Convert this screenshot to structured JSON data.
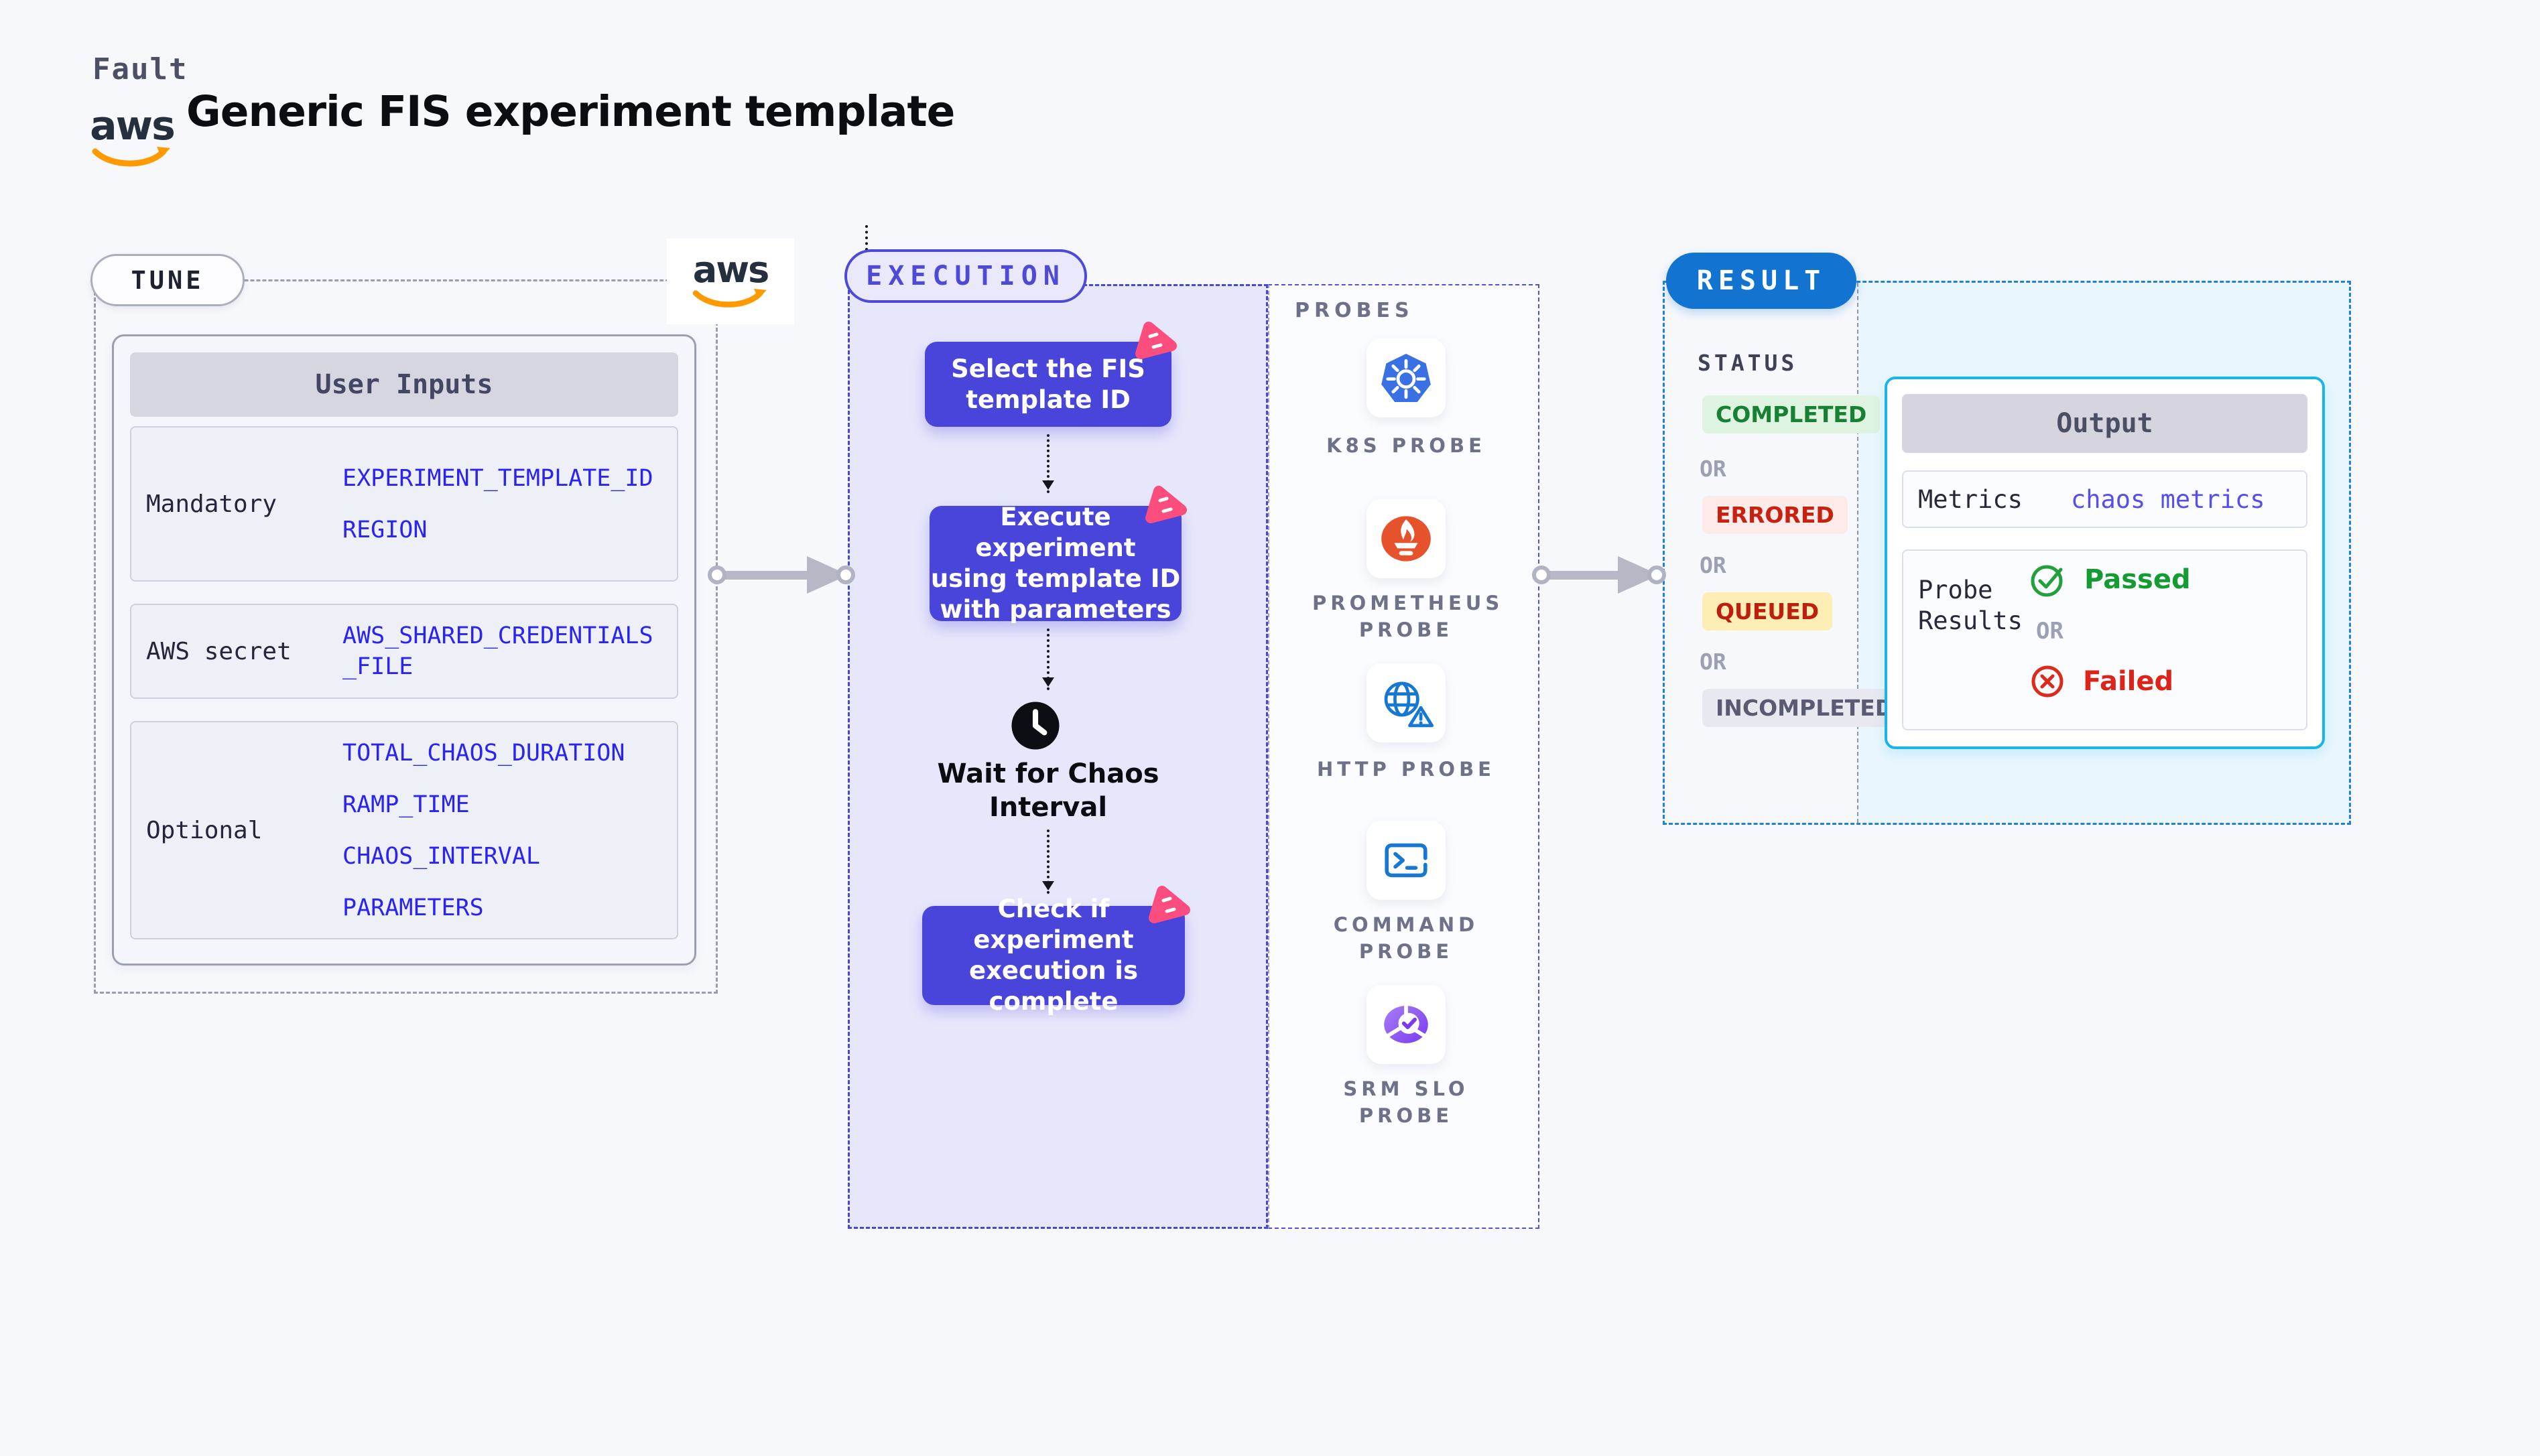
{
  "header": {
    "brand": "Fault",
    "title": "Generic FIS experiment template",
    "aws_wordmark": "aws"
  },
  "colors": {
    "accent_indigo": "#4945da",
    "accent_pink": "#fb4d7e",
    "variable_blue": "#2b23f0",
    "result_blue": "#1273d1",
    "output_cyan_border": "#19b5e9",
    "passed_green": "#149b31",
    "failed_red": "#dc2418",
    "aws_orange": "#ff9900",
    "k8s_blue": "#3970e4",
    "prometheus_orange": "#e6522c",
    "http_blue": "#1778d2",
    "srm_purple": "#8b55ef"
  },
  "tune": {
    "badge": "TUNE",
    "table_title": "User Inputs",
    "rows": [
      {
        "label": "Mandatory",
        "values": [
          "EXPERIMENT_TEMPLATE_ID",
          "REGION"
        ]
      },
      {
        "label": "AWS secret",
        "values": [
          "AWS_SHARED_CREDENTIALS_FILE"
        ]
      },
      {
        "label": "Optional",
        "values": [
          "TOTAL_CHAOS_DURATION",
          "RAMP_TIME",
          "CHAOS_INTERVAL",
          "PARAMETERS"
        ]
      }
    ]
  },
  "execution": {
    "badge": "EXECUTION",
    "steps": [
      {
        "label": "Select the FIS\ntemplate ID"
      },
      {
        "label": "Execute experiment\nusing template ID\nwith parameters"
      },
      {
        "label": "Wait for Chaos\nInterval"
      },
      {
        "label": "Check if experiment\nexecution is complete"
      }
    ],
    "probes": {
      "title": "PROBES",
      "items": [
        {
          "name": "k8s-probe",
          "label": "K8S PROBE"
        },
        {
          "name": "prometheus-probe",
          "label": "PROMETHEUS\nPROBE"
        },
        {
          "name": "http-probe",
          "label": "HTTP PROBE"
        },
        {
          "name": "command-probe",
          "label": "COMMAND\nPROBE"
        },
        {
          "name": "srm-slo-probe",
          "label": "SRM SLO\nPROBE"
        }
      ]
    }
  },
  "result": {
    "badge": "RESULT",
    "status_title": "STATUS",
    "or_label": "OR",
    "statuses": [
      {
        "label": "COMPLETED",
        "bg": "#def3e0",
        "fg": "#178033"
      },
      {
        "label": "ERRORED",
        "bg": "#fcebe9",
        "fg": "#c8210f"
      },
      {
        "label": "QUEUED",
        "bg": "#fdeeb6",
        "fg": "#bf1d0d"
      },
      {
        "label": "INCOMPLETED",
        "bg": "#e8e8f0",
        "fg": "#585b72"
      }
    ],
    "output": {
      "title": "Output",
      "metrics_label": "Metrics",
      "metrics_value": "chaos metrics",
      "probe_results_label": "Probe Results",
      "passed_label": "Passed",
      "or_label": "OR",
      "failed_label": "Failed"
    }
  }
}
